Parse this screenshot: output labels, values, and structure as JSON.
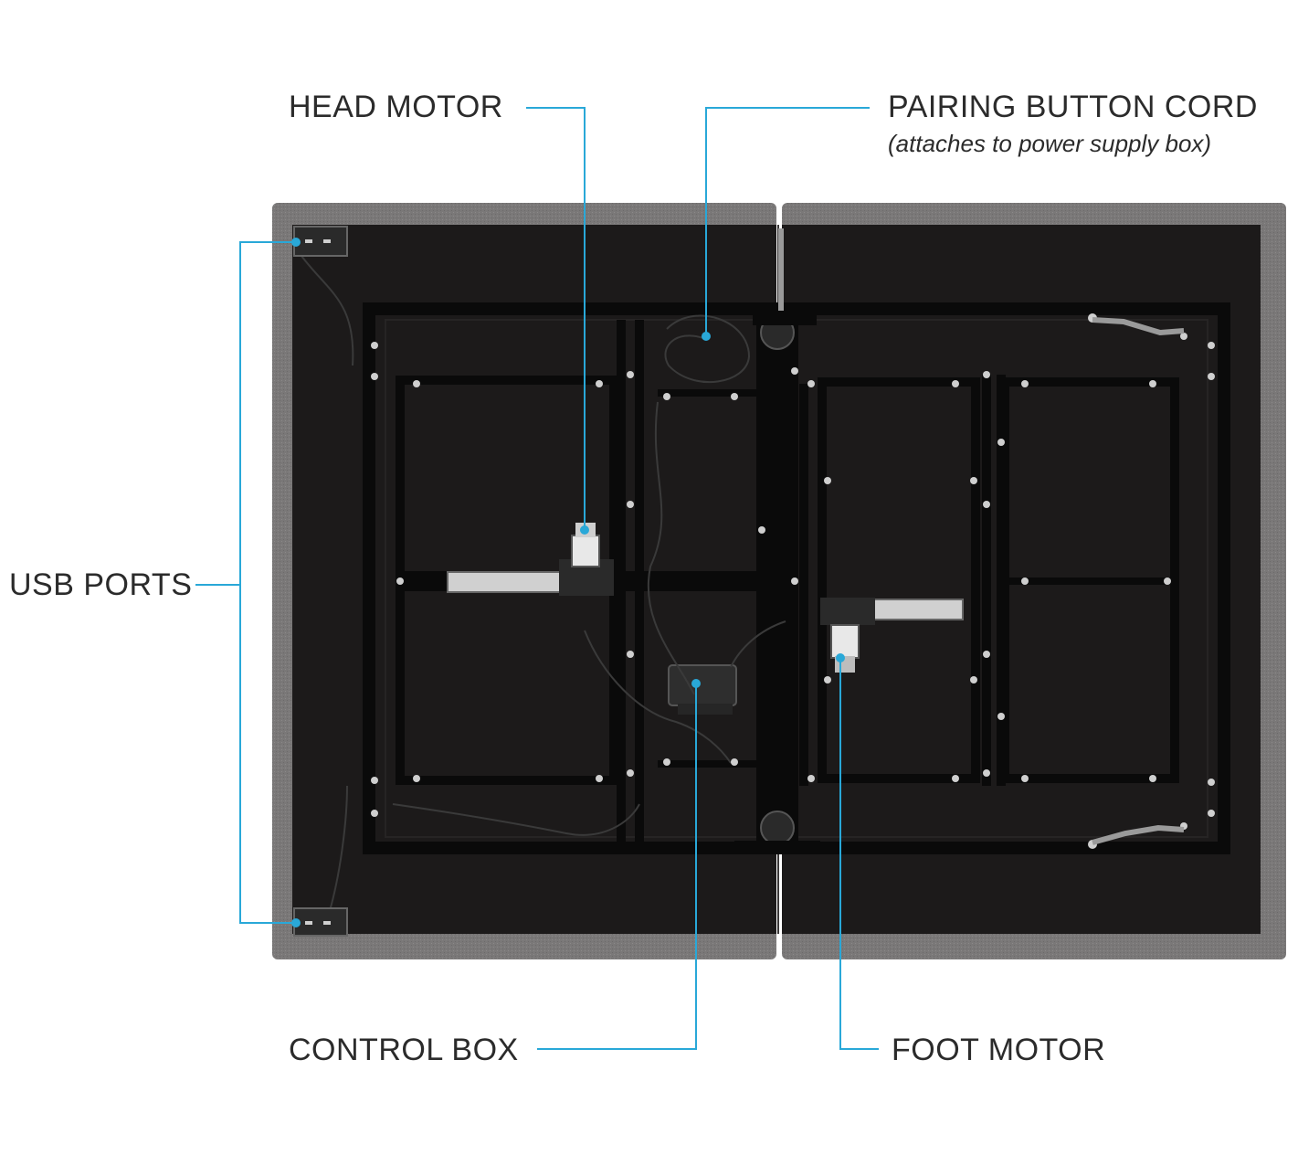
{
  "labels": {
    "head_motor": "HEAD MOTOR",
    "pairing_button_cord": "PAIRING BUTTON CORD",
    "pairing_button_cord_note": "(attaches to power supply box)",
    "usb_ports": "USB PORTS",
    "control_box": "CONTROL BOX",
    "foot_motor": "FOOT MOTOR"
  },
  "colors": {
    "leader_line": "#29a8d8",
    "upholstery": "#7a7878",
    "deck": "#1c1a1a",
    "frame": "#0c0c0c",
    "label_text": "#2b2b2b"
  }
}
